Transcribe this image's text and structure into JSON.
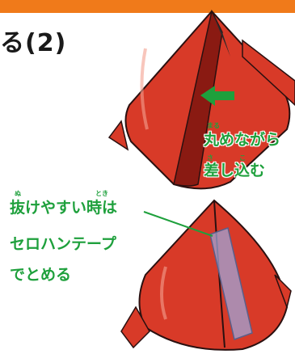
{
  "header": {
    "title": "る(2)",
    "bar_color": "#f07a1a"
  },
  "annotations": {
    "round_line1": "丸めながら",
    "round_line2": "差し込む",
    "round_ruby1": "まる",
    "round_ruby2": "さ",
    "round_ruby3": "こ",
    "tape_line1": "抜けやすい時は",
    "tape_line2": "セロハンテープ",
    "tape_line3": "でとめる",
    "tape_ruby1": "ぬ",
    "tape_ruby2": "とき",
    "text_color": "#1ea03c"
  },
  "art": {
    "cone_color": "#d83a28",
    "arrow_icon": "arrow-left-icon",
    "tape_color": "#9fa6d8"
  }
}
